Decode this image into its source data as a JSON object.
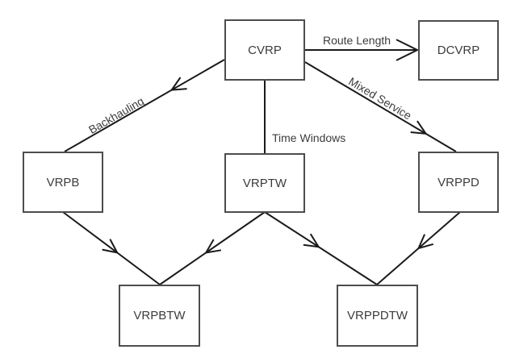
{
  "diagram": {
    "background_color": "#ffffff",
    "line_color": "#1a1a1a",
    "box_border_color": "#4d4d4d",
    "text_color": "#3c3c3c",
    "nodes": [
      {
        "id": "cvrp",
        "label": "CVRP"
      },
      {
        "id": "dcvrp",
        "label": "DCVRP"
      },
      {
        "id": "vrpb",
        "label": "VRPB"
      },
      {
        "id": "vrptw",
        "label": "VRPTW"
      },
      {
        "id": "vrppd",
        "label": "VRPPD"
      },
      {
        "id": "vrpbtw",
        "label": "VRPBTW"
      },
      {
        "id": "vrppdtw",
        "label": "VRPPDTW"
      }
    ],
    "edges": [
      {
        "from": "CVRP",
        "to": "DCVRP",
        "label": "Route Length"
      },
      {
        "from": "CVRP",
        "to": "VRPB",
        "label": "Backhauling"
      },
      {
        "from": "CVRP",
        "to": "VRPTW",
        "label": "Time Windows"
      },
      {
        "from": "CVRP",
        "to": "VRPPD",
        "label": "Mixed Service"
      },
      {
        "from": "VRPB",
        "to": "VRPBTW",
        "label": ""
      },
      {
        "from": "VRPTW",
        "to": "VRPBTW",
        "label": ""
      },
      {
        "from": "VRPTW",
        "to": "VRPPDTW",
        "label": ""
      },
      {
        "from": "VRPPD",
        "to": "VRPPDTW",
        "label": ""
      }
    ]
  }
}
